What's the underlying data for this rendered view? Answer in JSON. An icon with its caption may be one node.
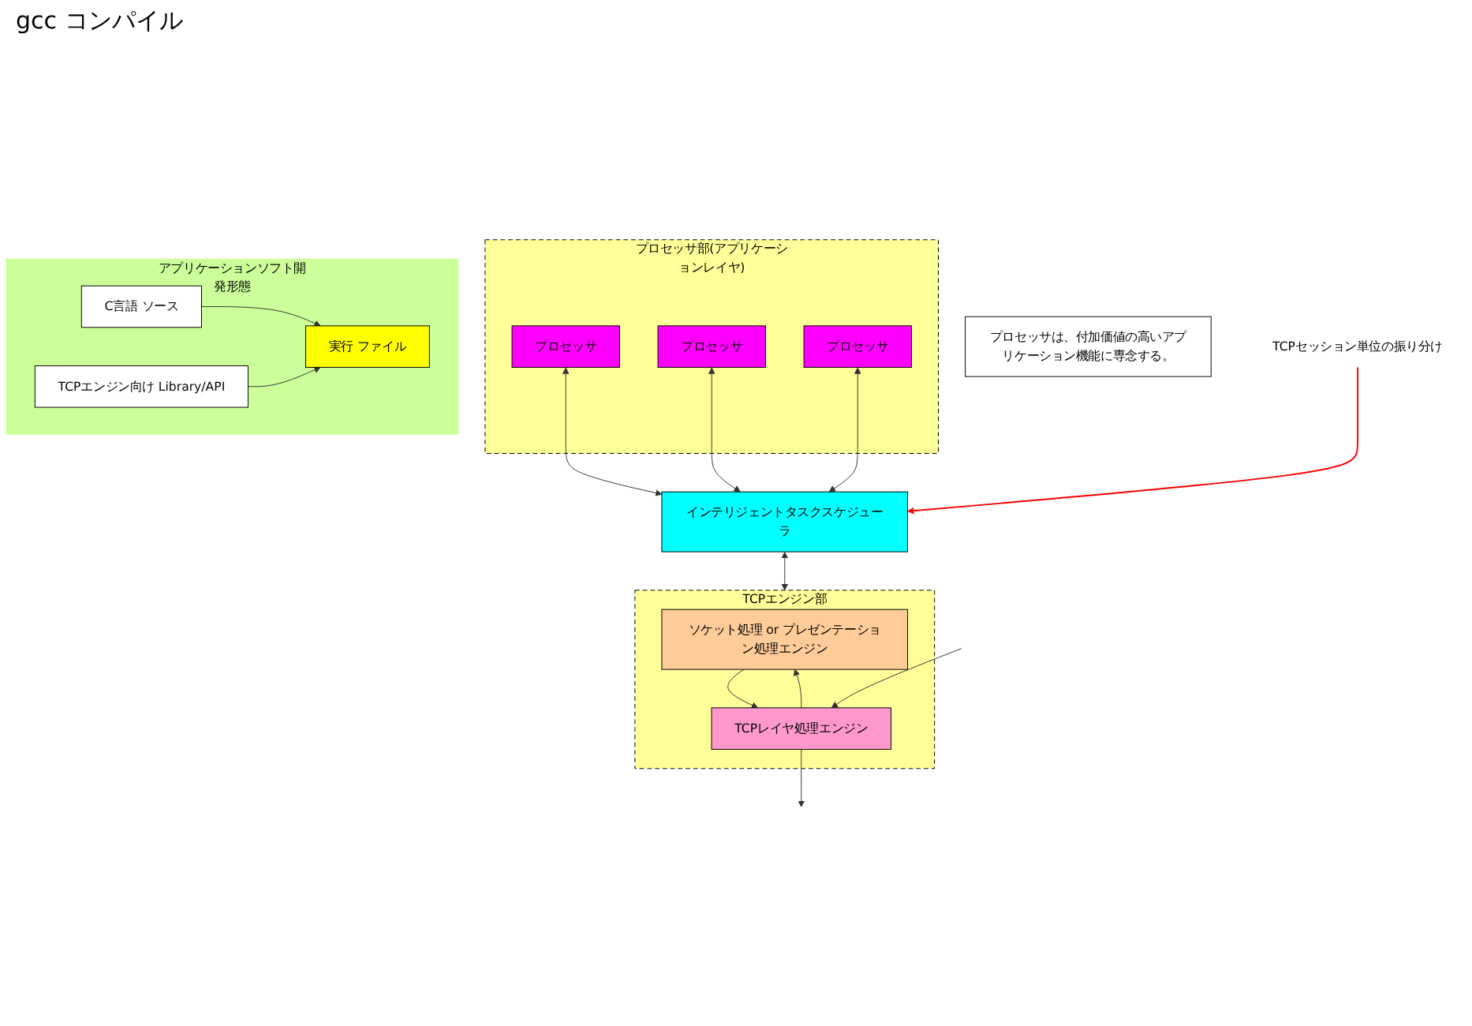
{
  "diagram": {
    "nodes": [
      {
        "text": [
          "プロセッサ部(アプリケーションレイヤ)"
        ]
      },
      {
        "text": [
          "プロセッサ"
        ],
        "in": 0
      },
      {
        "text": [
          "プロセッサ"
        ],
        "in": 0
      },
      {
        "text": [
          "プロセッサ"
        ],
        "in": 0
      },
      {
        "text": [
          "インテリジェントタスクスケジューラ"
        ]
      },
      {
        "text": [
          "TCPエンジン部"
        ]
      },
      {
        "text": [
          "ソケット処理 or プレゼンテーション処理エンジン"
        ],
        "in": 5
      },
      {
        "text": [
          "TCPレイヤ処理エンジン"
        ],
        "in": 5
      },
      {
        "text": [
          "プロセッサは、付加価値の高いアプリケーション機能に専念する。"
        ]
      },
      {
        "text": [
          "アプリケーションソフト開発形態"
        ]
      },
      {
        "text": [
          "C言語 ソース"
        ],
        "in": 9
      },
      {
        "text": [
          "TCPエンジン向け Library/API"
        ],
        "in": 9
      },
      {
        "text": [
          "実行 ファイル"
        ],
        "in": 9
      },
      {
        "text": [
          "TCPセッション単位の振り分け"
        ]
      }
    ],
    "edges": [
      {
        "from": 1,
        "to": 4,
        "arrow": "both"
      },
      {
        "from": 2,
        "to": 4,
        "arrow": "both"
      },
      {
        "from": 3,
        "to": 4,
        "arrow": "both"
      },
      {
        "from": 4,
        "to": 5,
        "arrow": "both"
      },
      {
        "from": 6,
        "to": 7,
        "arrow": "to"
      },
      {
        "from": 7,
        "to": 6,
        "arrow": "to"
      },
      {
        "from": null,
        "to": 7,
        "arrow": "to"
      },
      {
        "from": 7,
        "to": null,
        "arrow": "to"
      },
      {
        "from": 10,
        "to": 12,
        "arrow": "to"
      },
      {
        "from": 11,
        "to": 12,
        "arrow": "to"
      },
      {
        "from": 13,
        "to": 4,
        "arrow": "to",
        "color": "#ff0000"
      }
    ],
    "labels": [
      "gcc コンパイル"
    ]
  }
}
